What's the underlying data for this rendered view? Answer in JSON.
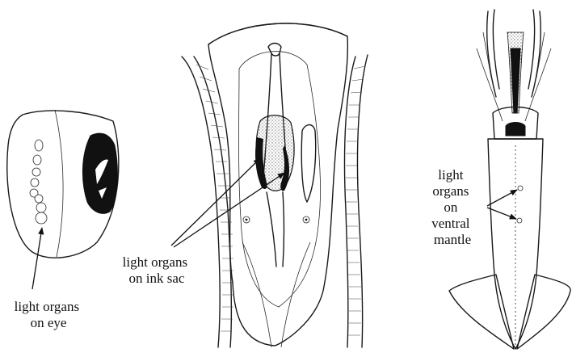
{
  "labels": {
    "eye": [
      "light organs",
      "on eye"
    ],
    "ink_sac": [
      "light organs",
      "on ink sac"
    ],
    "mantle": [
      "light",
      "organs",
      "on",
      "ventral",
      "mantle"
    ]
  }
}
